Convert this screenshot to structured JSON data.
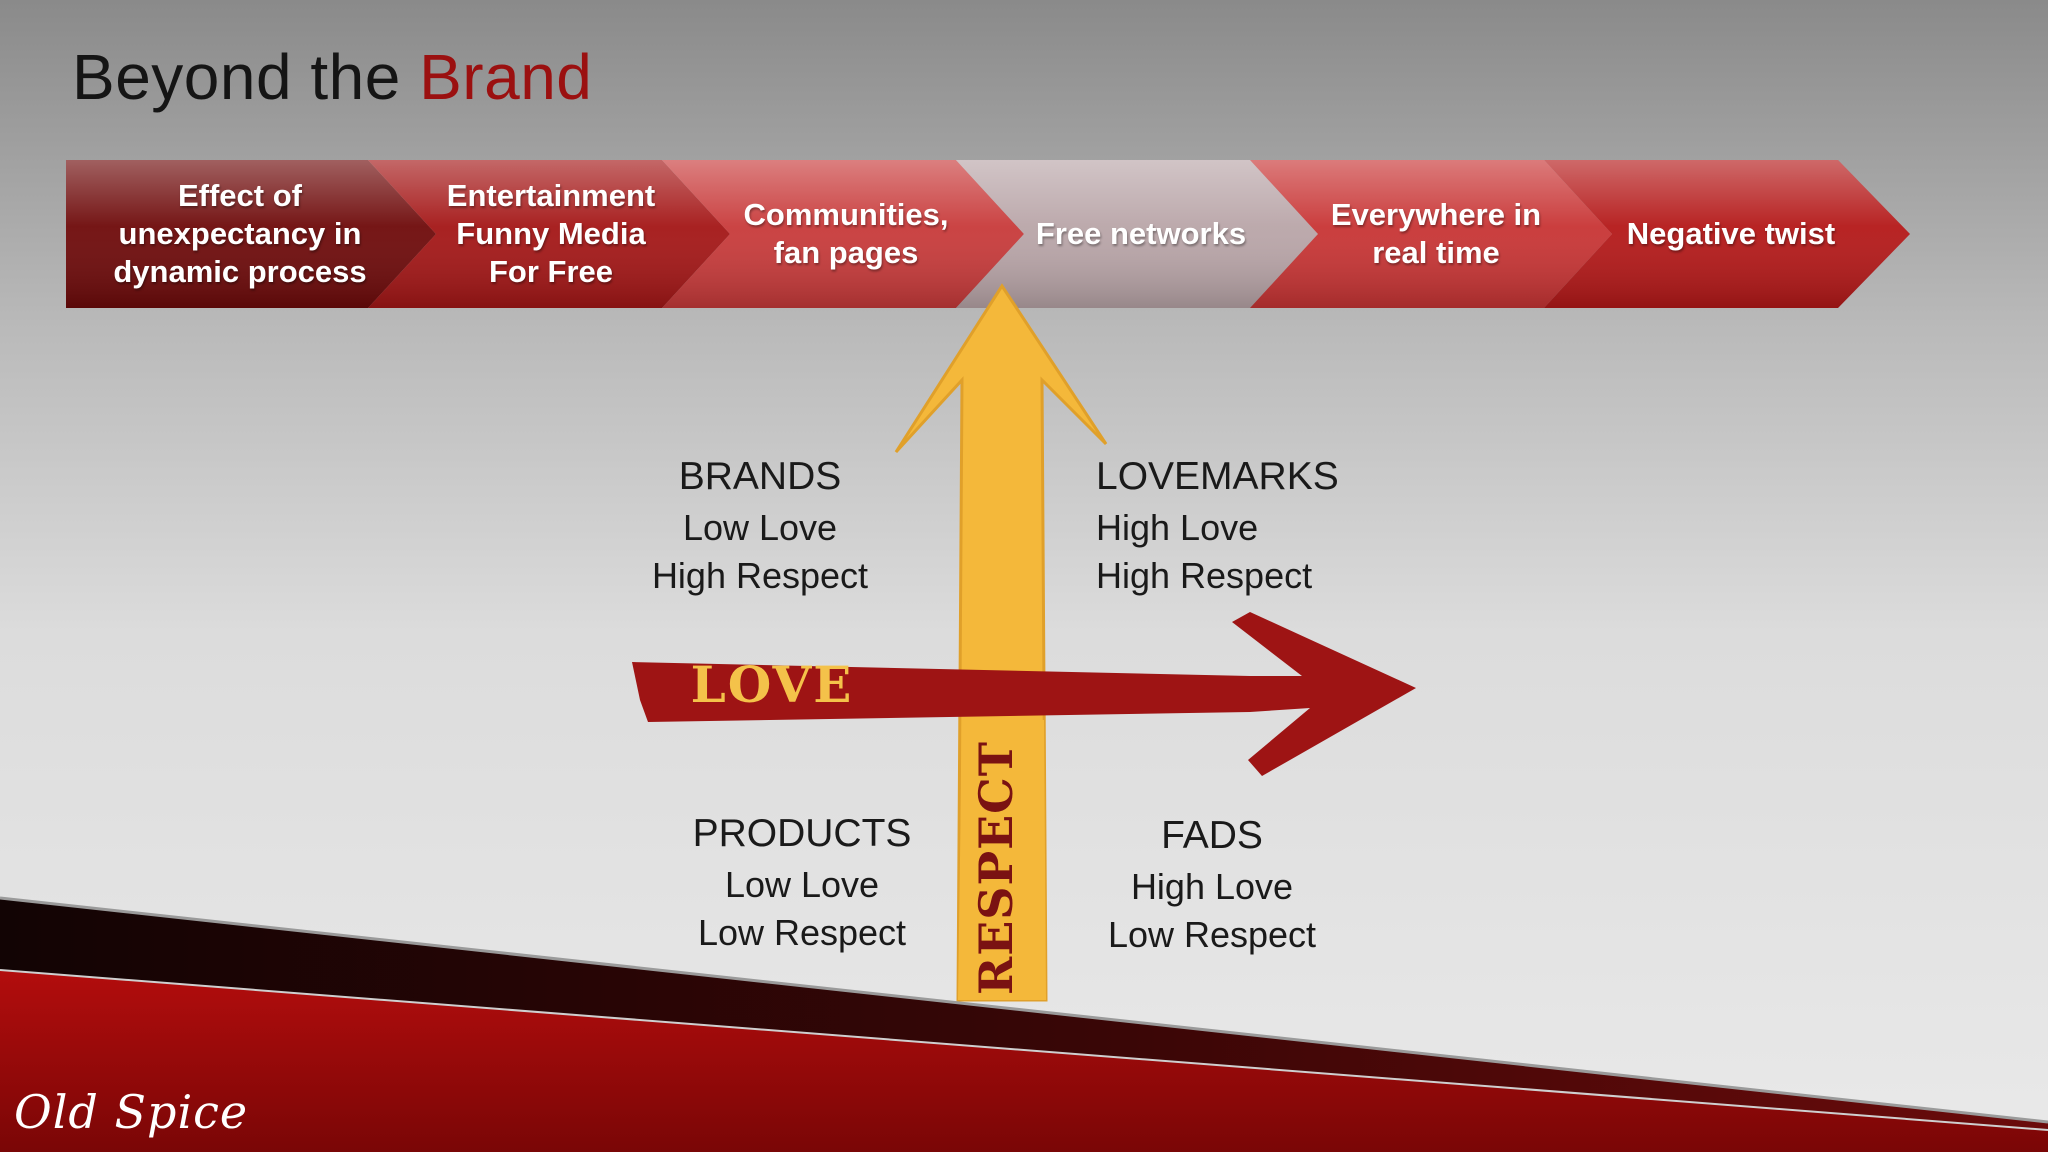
{
  "slide": {
    "title_main": "Beyond the ",
    "title_accent": "Brand",
    "process": [
      {
        "label": "Effect of\nunexpectancy in\ndynamic process",
        "color": "#6e0a0a"
      },
      {
        "label": "Entertainment\nFunny Media\nFor Free",
        "color": "#a41616"
      },
      {
        "label": "Communities,\nfan pages",
        "color": "#c83a3a"
      },
      {
        "label": "Free networks",
        "color": "#b9a5a8"
      },
      {
        "label": "Everywhere in\nreal time",
        "color": "#c83434"
      },
      {
        "label": "Negative twist",
        "color": "#b41818"
      }
    ],
    "matrix": {
      "love_axis_label": "LOVE",
      "respect_axis_label": "RESPECT",
      "quadrants": {
        "brands": {
          "title": "BRANDS",
          "love": "Low Love",
          "respect": "High Respect"
        },
        "lovemarks": {
          "title": "LOVEMARKS",
          "love": "High Love",
          "respect": "High Respect"
        },
        "products": {
          "title": "PRODUCTS",
          "love": "Low Love",
          "respect": "Low Respect"
        },
        "fads": {
          "title": "FADS",
          "love": "High Love",
          "respect": "Low Respect"
        }
      }
    },
    "logo_text": "Old Spice",
    "colors": {
      "accent": "#9b1010",
      "love_arrow": "#9e1414",
      "respect_arrow": "#f4b83a"
    }
  }
}
